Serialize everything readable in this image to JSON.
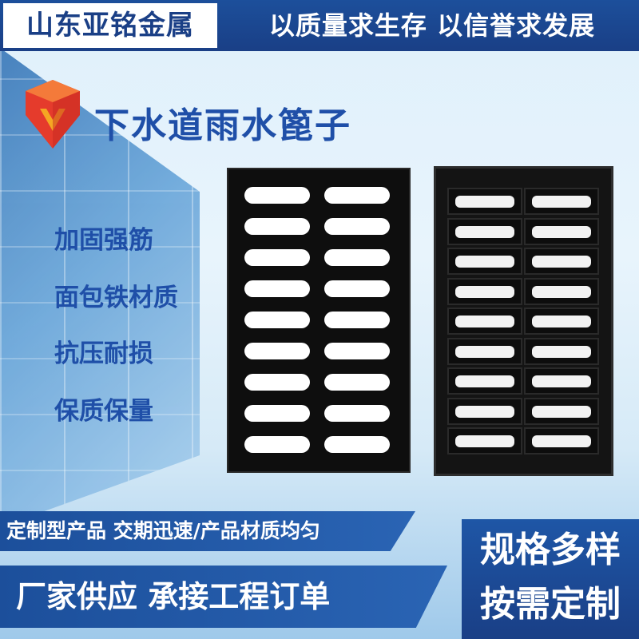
{
  "header": {
    "company": "山东亚铭金属",
    "slogan": "以质量求生存 以信誉求发展"
  },
  "product": {
    "title": "下水道雨水篦子"
  },
  "features": [
    "加固强筋",
    "面包铁材质",
    "抗压耐损",
    "保质保量"
  ],
  "bottom": {
    "line1": "定制型产品 交期迅速/产品材质均匀",
    "line2": "厂家供应 承接工程订单",
    "spec1": "规格多样",
    "spec2": "按需定制"
  },
  "colors": {
    "brand_blue": "#1a3f86",
    "title_blue": "#1f4fa8",
    "logo_red": "#e53b2c",
    "logo_orange": "#f5a623"
  },
  "icons": {
    "logo": "shield-logo-icon"
  }
}
